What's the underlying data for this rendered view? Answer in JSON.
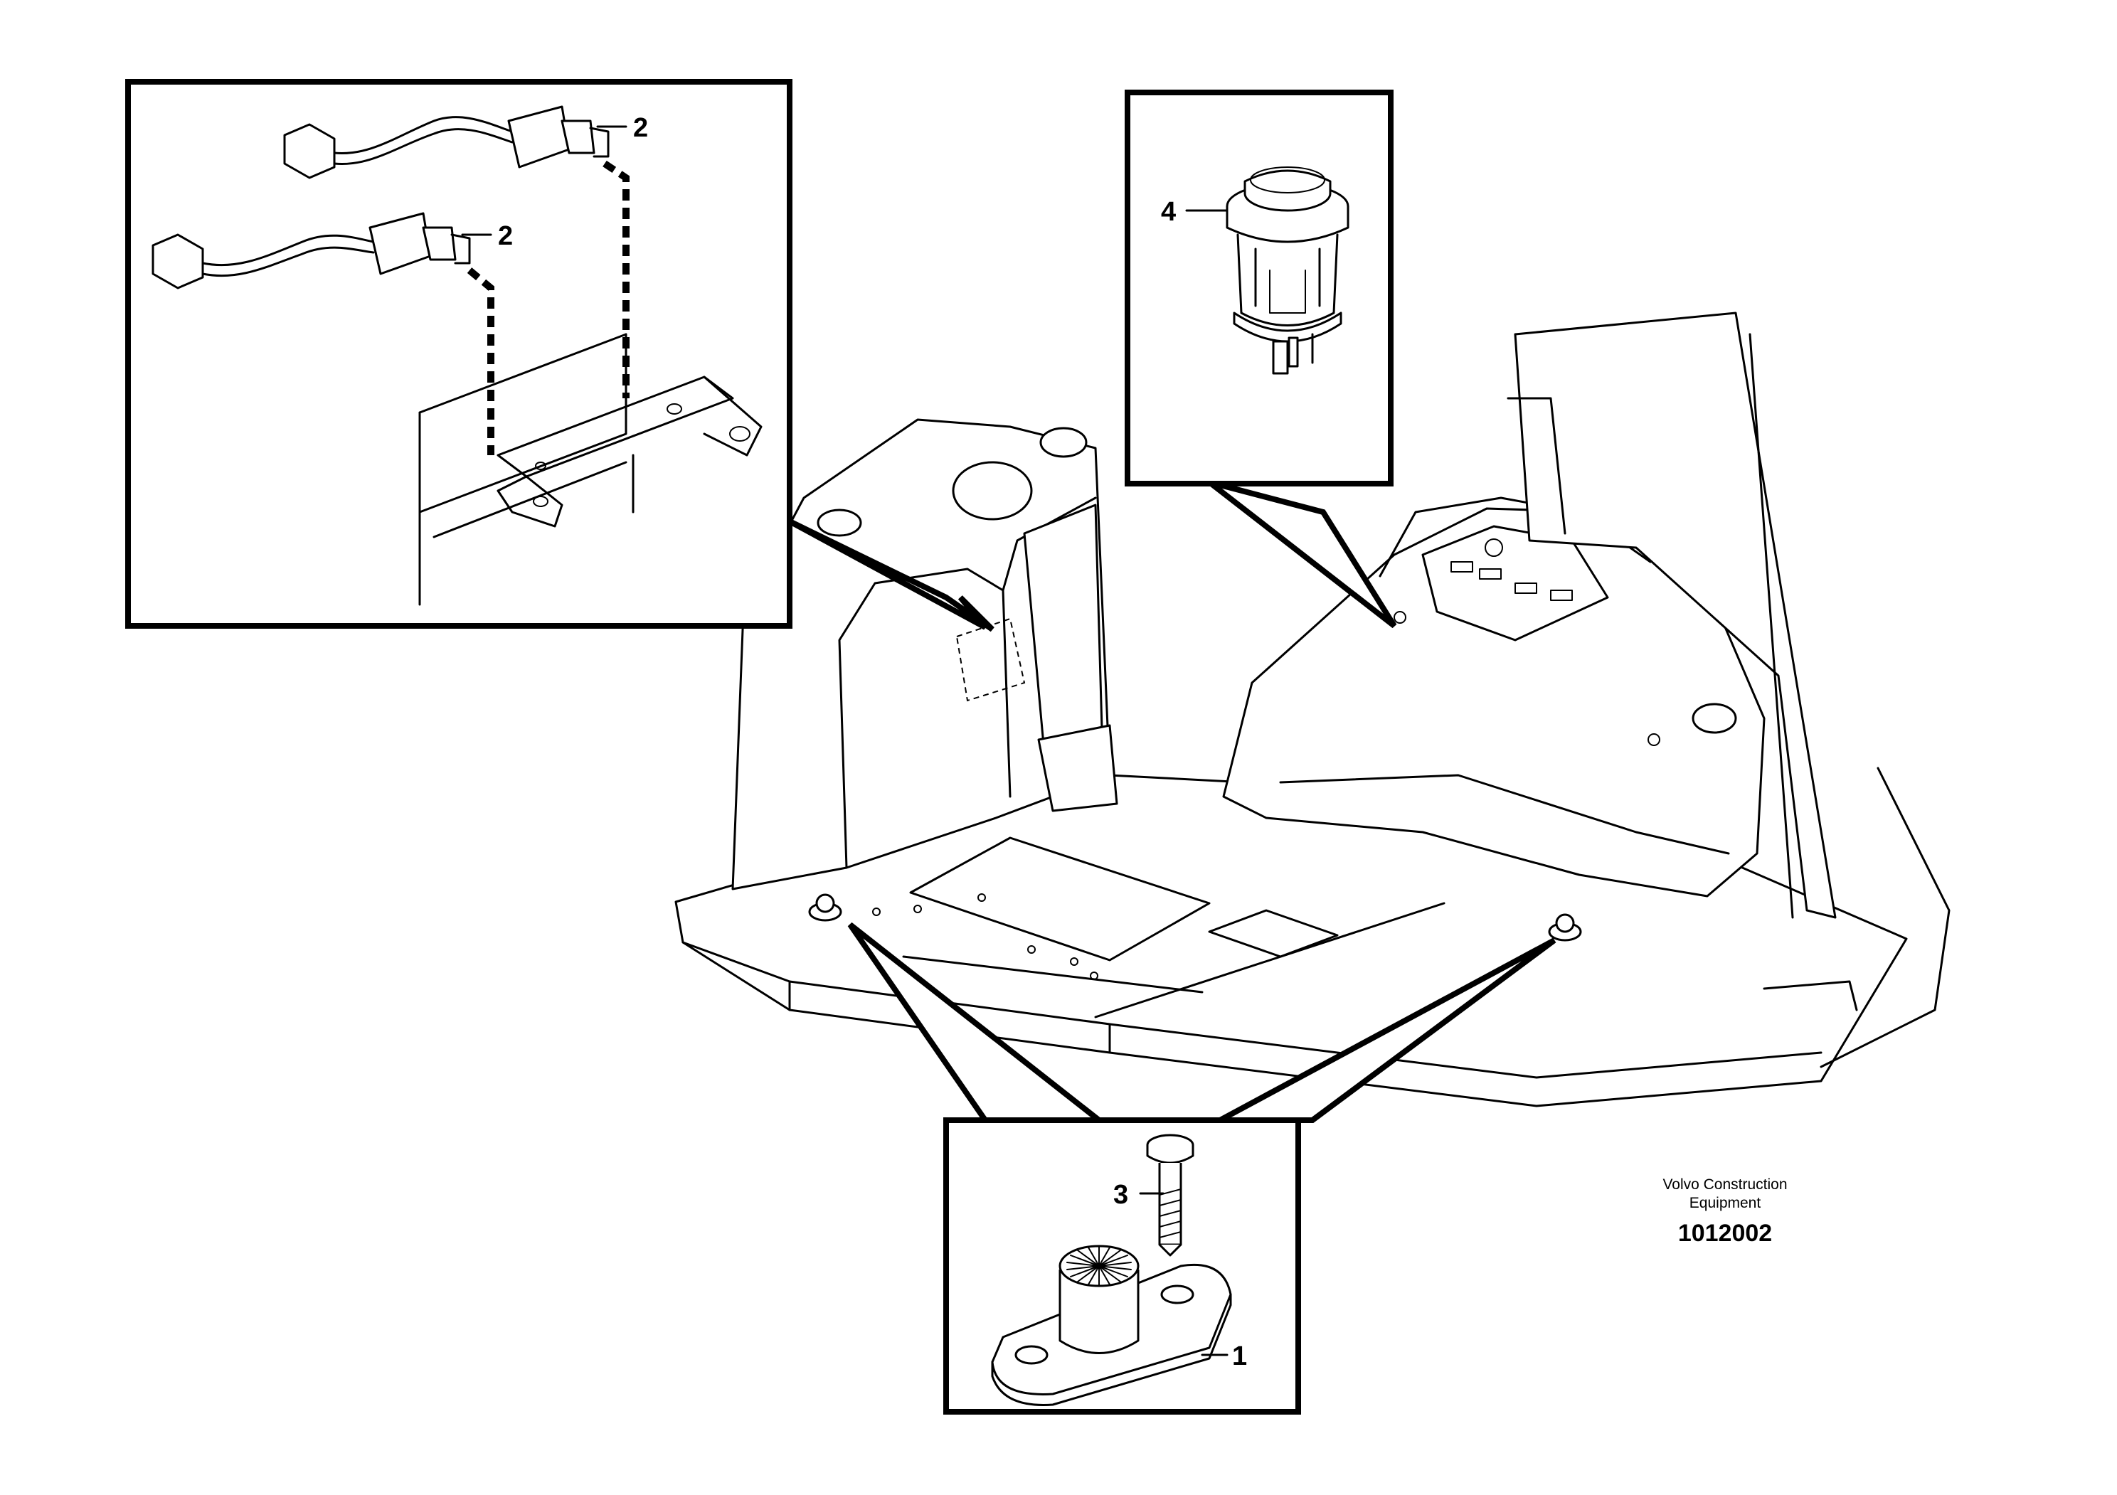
{
  "callouts": {
    "part_1": "1",
    "part_2_upper": "2",
    "part_2_lower": "2",
    "part_3": "3",
    "part_4": "4"
  },
  "footer": {
    "brand_line1": "Volvo Construction",
    "brand_line2": "Equipment",
    "drawing_number": "1012002"
  }
}
